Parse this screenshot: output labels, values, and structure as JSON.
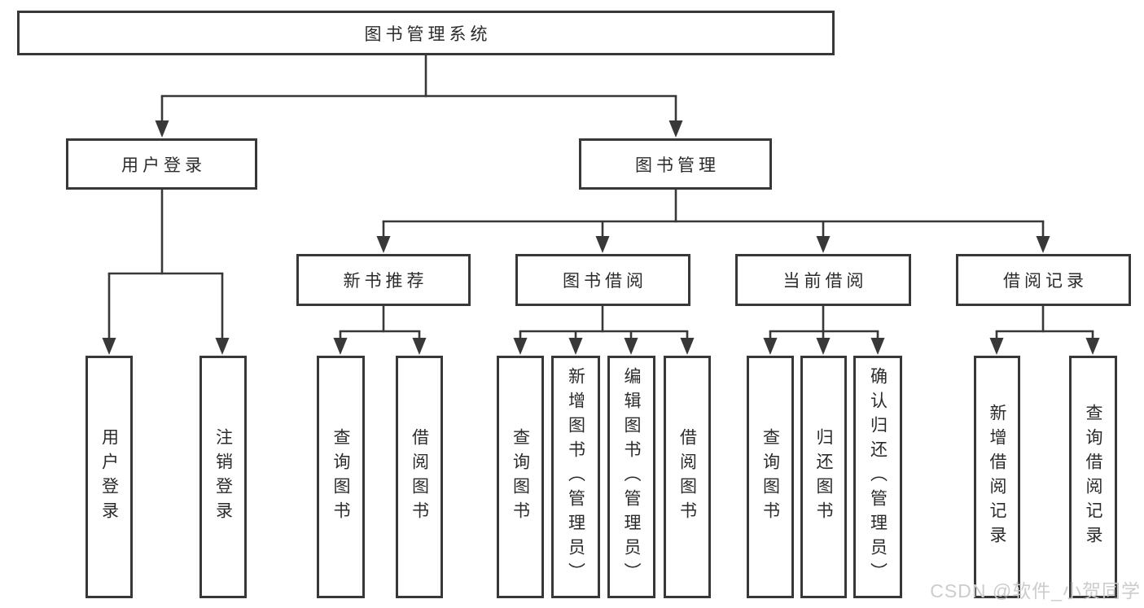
{
  "diagram": {
    "tree": {
      "label": "图书管理系统",
      "children": [
        {
          "label": "用户登录",
          "children": [
            {
              "label": "用户登录"
            },
            {
              "label": "注销登录"
            }
          ]
        },
        {
          "label": "图书管理",
          "children": [
            {
              "label": "新书推荐",
              "children": [
                {
                  "label": "查询图书"
                },
                {
                  "label": "借阅图书"
                }
              ]
            },
            {
              "label": "图书借阅",
              "children": [
                {
                  "label": "查询图书"
                },
                {
                  "label": "新增图书（管理员）"
                },
                {
                  "label": "编辑图书（管理员）"
                },
                {
                  "label": "借阅图书"
                }
              ]
            },
            {
              "label": "当前借阅",
              "children": [
                {
                  "label": "查询图书"
                },
                {
                  "label": "归还图书"
                },
                {
                  "label": "确认归还（管理员）"
                }
              ]
            },
            {
              "label": "借阅记录",
              "children": [
                {
                  "label": "新增借阅记录"
                },
                {
                  "label": "查询借阅记录"
                }
              ]
            }
          ]
        }
      ]
    },
    "watermark": "CSDN @软件_小贺同学",
    "colors": {
      "line": "#383838",
      "text": "#2b2b2b",
      "background": "#ffffff",
      "watermark": "#cccccc"
    }
  }
}
